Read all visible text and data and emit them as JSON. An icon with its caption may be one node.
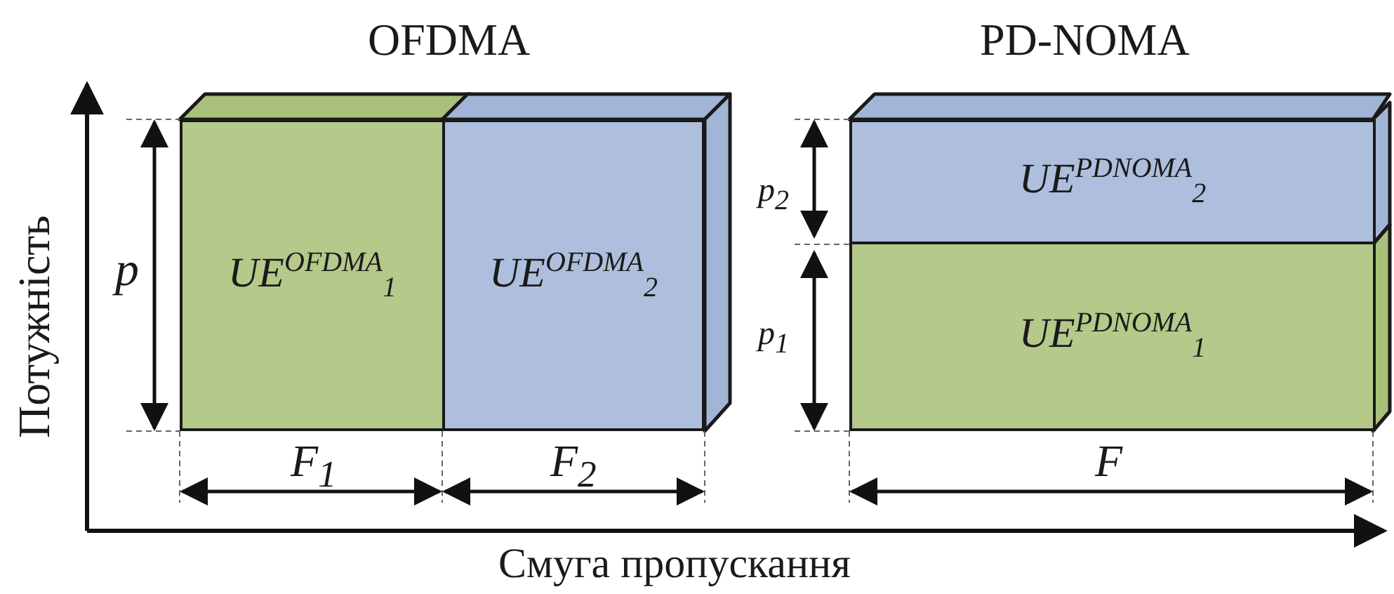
{
  "diagram": {
    "nodes": [
      {
        "text": [
          "UE$^{OFDMA}$$_{1}$"
        ]
      },
      {
        "text": [
          "UE$^{OFDMA}$$_{2}$"
        ]
      },
      {
        "text": [
          "UE$^{PDNOMA}$$_{2}$"
        ]
      },
      {
        "text": [
          "UE$^{PDNOMA}$$_{1}$"
        ]
      }
    ],
    "labels": [
      "OFDMA",
      "PD-NOMA",
      "Потужність",
      "p",
      "p$_{2}$",
      "p$_{1}$",
      "F$_{1}$",
      "F$_{2}$",
      "F",
      "Смуга пропускання"
    ]
  }
}
